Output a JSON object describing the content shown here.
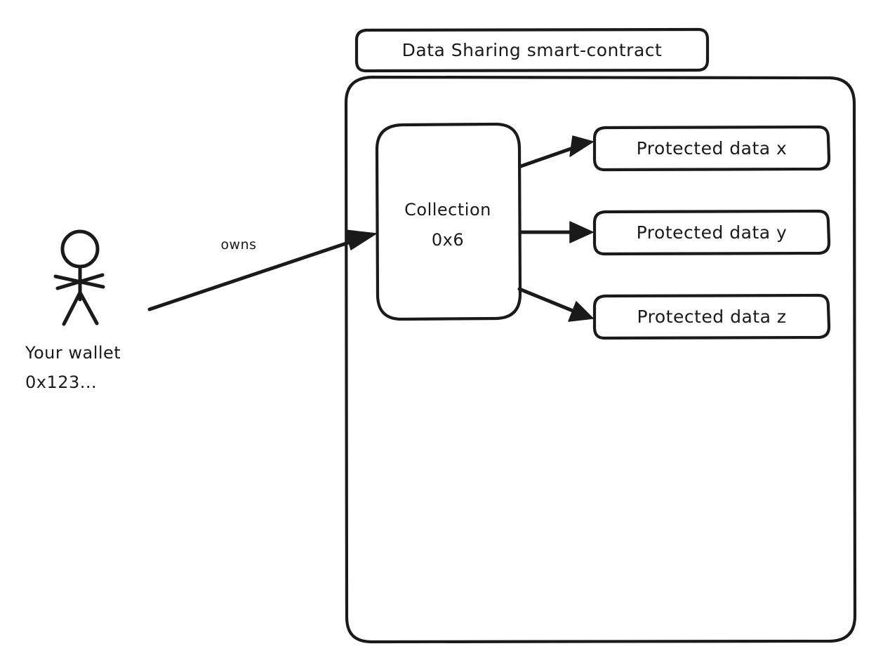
{
  "diagram": {
    "title_box": {
      "label": "Data Sharing smart-contract"
    },
    "container": {
      "name": "smart-contract-body"
    },
    "collection_node": {
      "line1": "Collection",
      "line2": "0x6"
    },
    "protected_data_nodes": [
      {
        "label": "Protected data x"
      },
      {
        "label": "Protected data y"
      },
      {
        "label": "Protected data z"
      }
    ],
    "actor": {
      "line1": "Your wallet",
      "line2": "0x123..."
    },
    "edges": [
      {
        "label": "owns",
        "from": "wallet",
        "to": "collection"
      },
      {
        "label": "",
        "from": "collection",
        "to": "protected-data-x"
      },
      {
        "label": "",
        "from": "collection",
        "to": "protected-data-y"
      },
      {
        "label": "",
        "from": "collection",
        "to": "protected-data-z"
      }
    ],
    "colors": {
      "stroke": "#1a1a1a",
      "fill": "#ffffff",
      "background": "#ffffff"
    }
  }
}
